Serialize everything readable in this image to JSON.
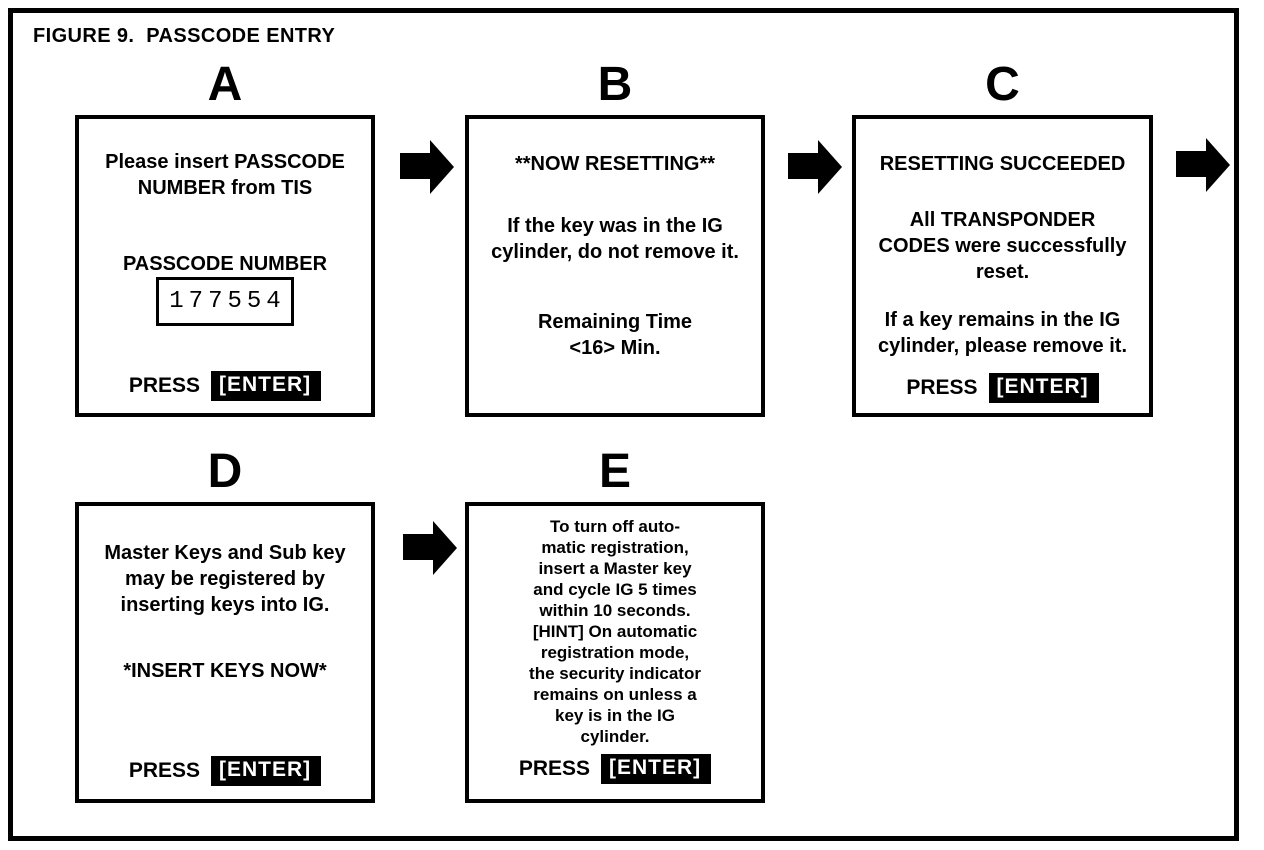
{
  "figure": {
    "title": "FIGURE 9.  PASSCODE ENTRY"
  },
  "colors": {
    "ink": "#000000",
    "paper": "#ffffff"
  },
  "icons": {
    "arrow_right": "solid black block arrow pointing right"
  },
  "panels": {
    "a": {
      "label": "A",
      "message1": "Please insert PASSCODE\nNUMBER from TIS",
      "passcode_label": "PASSCODE NUMBER",
      "passcode_value": "177554",
      "press_label": "PRESS",
      "enter_key_label": "[ENTER]"
    },
    "b": {
      "label": "B",
      "heading": "**NOW RESETTING**",
      "message1": "If the key was in the IG\ncylinder, do not remove it.",
      "message2": "Remaining Time\n<16> Min."
    },
    "c": {
      "label": "C",
      "heading": "RESETTING SUCCEEDED",
      "message1": "All TRANSPONDER\nCODES were successfully\nreset.",
      "message2": "If a key remains in the IG\ncylinder, please remove it.",
      "press_label": "PRESS",
      "enter_key_label": "[ENTER]"
    },
    "d": {
      "label": "D",
      "message1": "Master Keys and Sub key\nmay be registered by\ninserting keys into IG.",
      "message2": "*INSERT KEYS NOW*",
      "press_label": "PRESS",
      "enter_key_label": "[ENTER]"
    },
    "e": {
      "label": "E",
      "message1": "To turn off auto-\nmatic registration,\ninsert a Master key\nand cycle IG 5 times\nwithin 10 seconds.\n[HINT] On automatic\nregistration mode,\nthe security indicator\nremains on unless a\nkey is in the IG\ncylinder.",
      "press_label": "PRESS",
      "enter_key_label": "[ENTER]"
    }
  }
}
